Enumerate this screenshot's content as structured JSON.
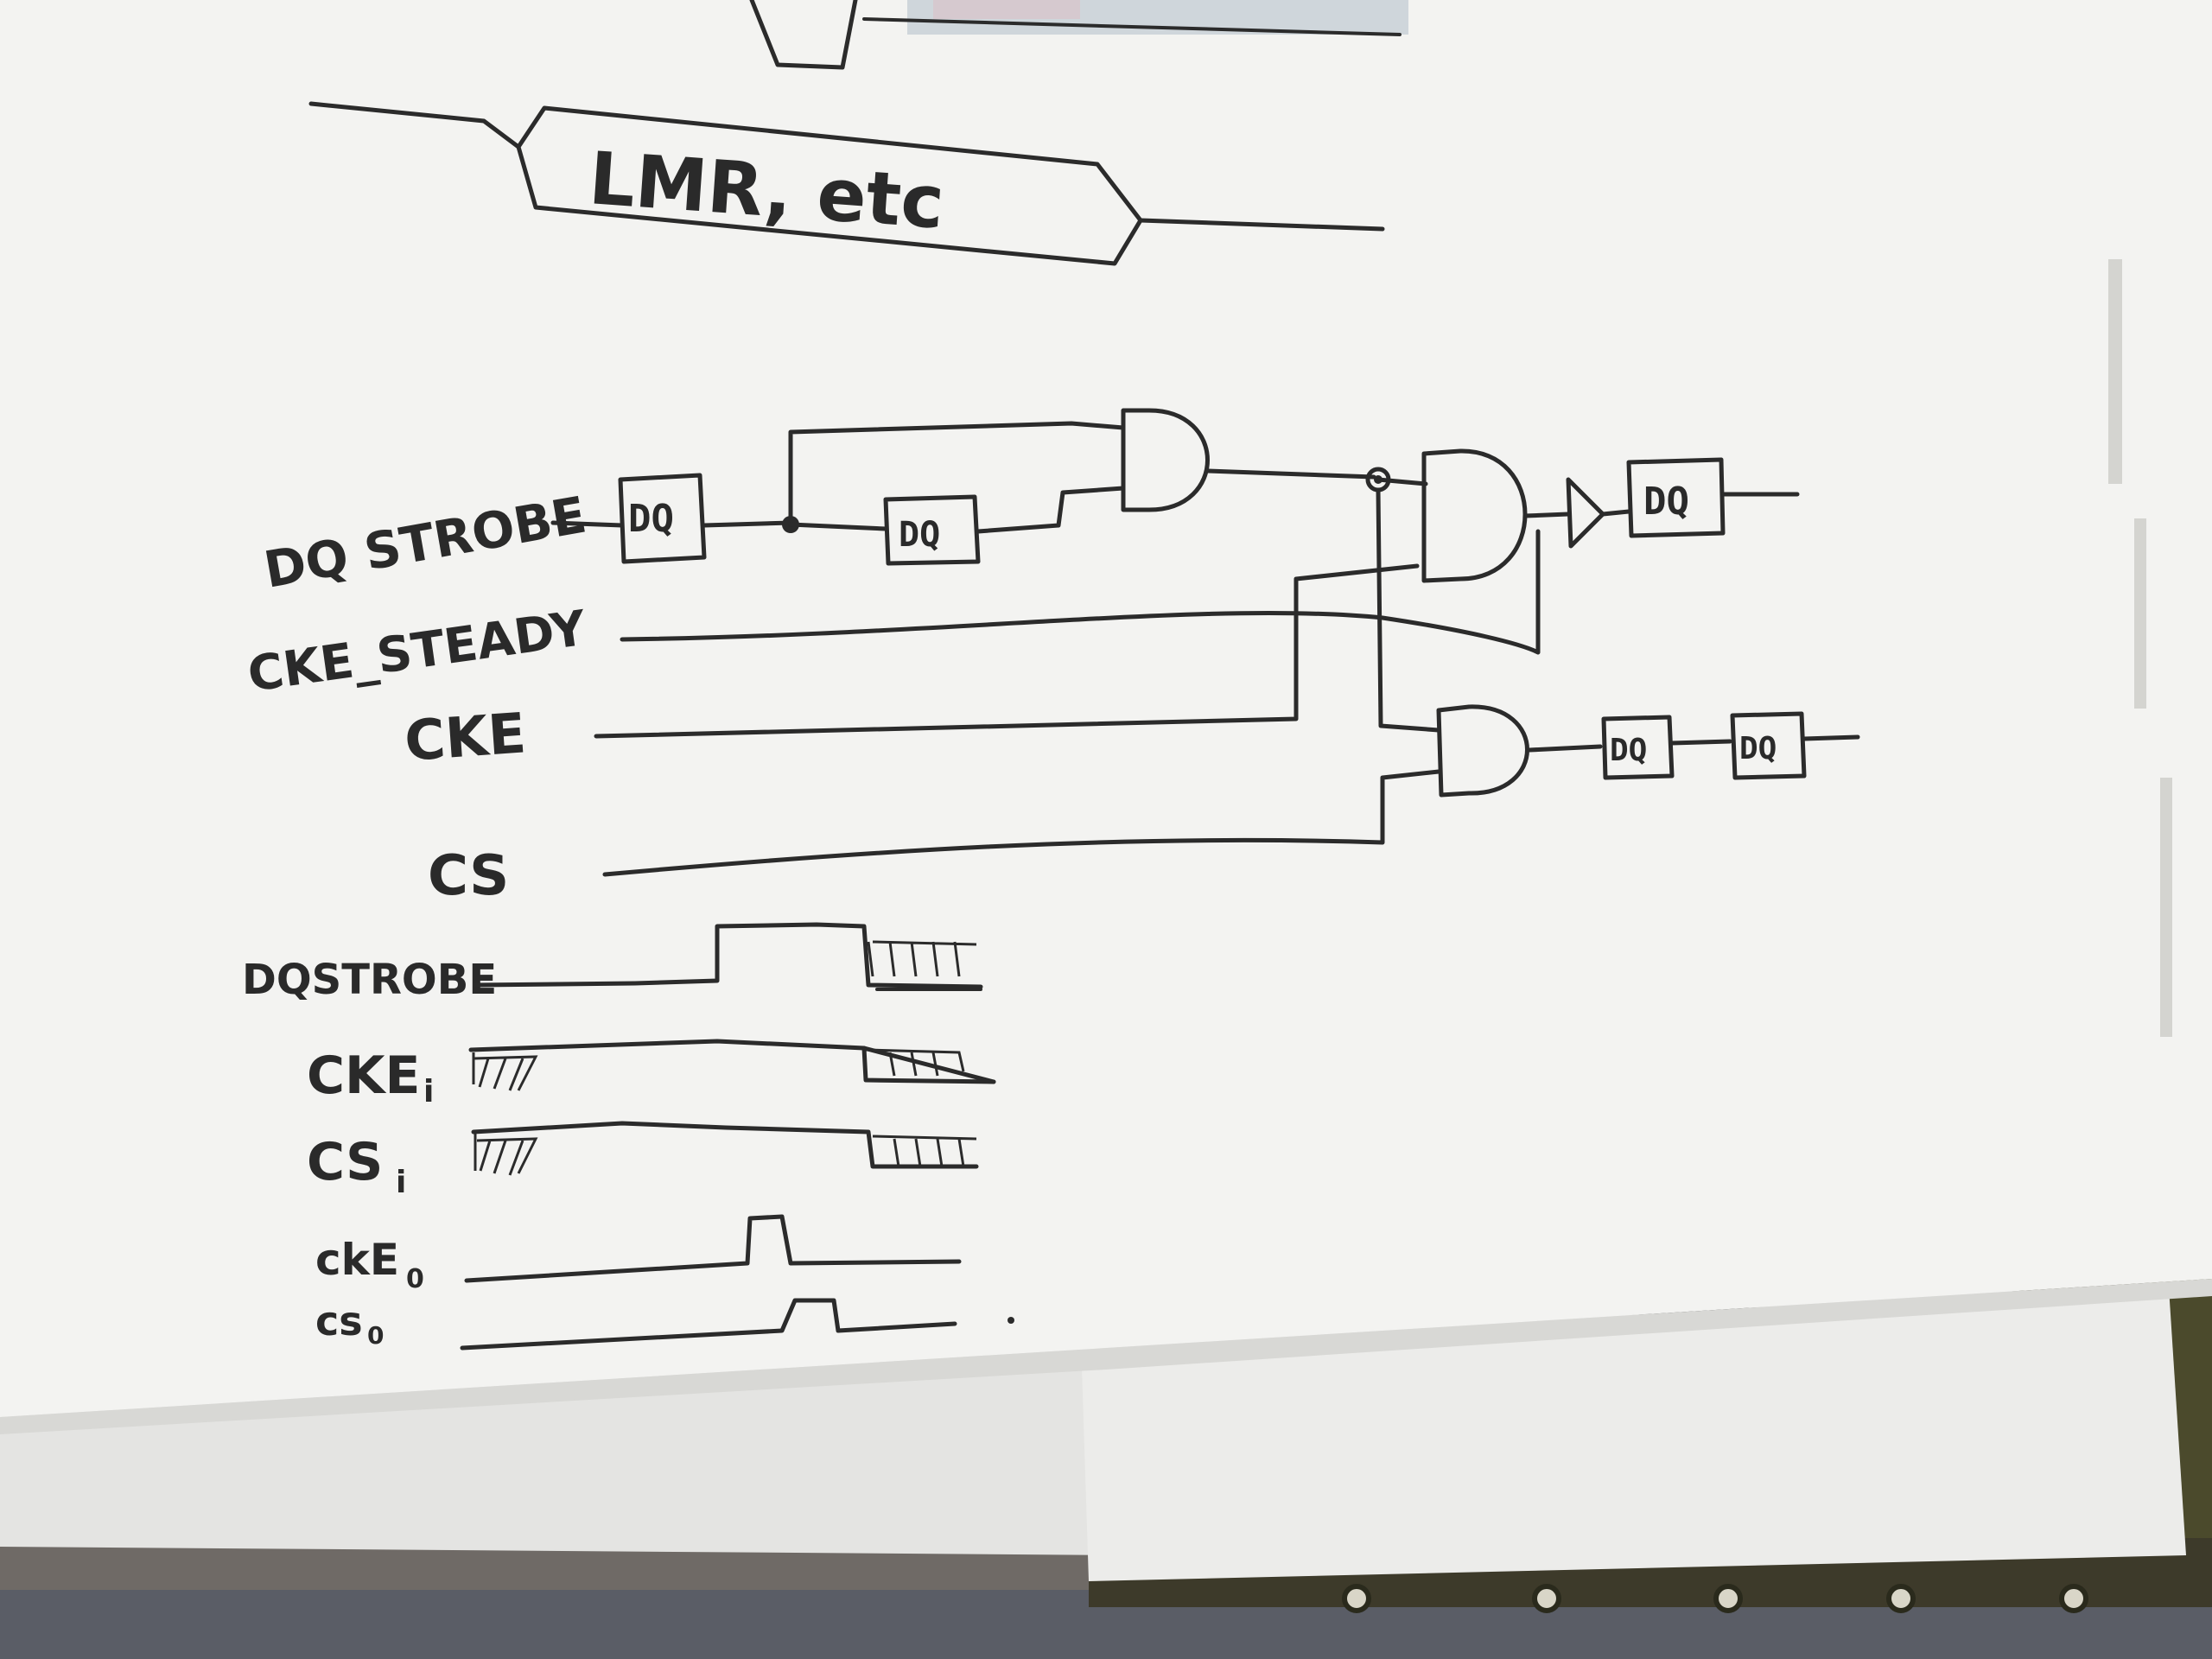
{
  "header_box": {
    "text": "LMR, etc"
  },
  "signals": {
    "dqs": "DQ STROBE",
    "cke_steady": "CKE_STEADY",
    "cke": "CKE",
    "cs": "CS"
  },
  "flipflop_label": "DQ",
  "timing": {
    "dqs": "DQSTROBE",
    "cke_i": "CKE",
    "cke_i_sub": "i",
    "cs_i": "CS",
    "cs_i_sub": "i",
    "cke_o": "ckE",
    "cke_o_sub": "0",
    "cs_o": "cs",
    "cs_o_sub": "0"
  },
  "colors": {
    "paper": "#f3f3f1",
    "ink": "#2b2b2b",
    "background": "#6f6a66",
    "circuit_board": "#3d3a2a"
  }
}
